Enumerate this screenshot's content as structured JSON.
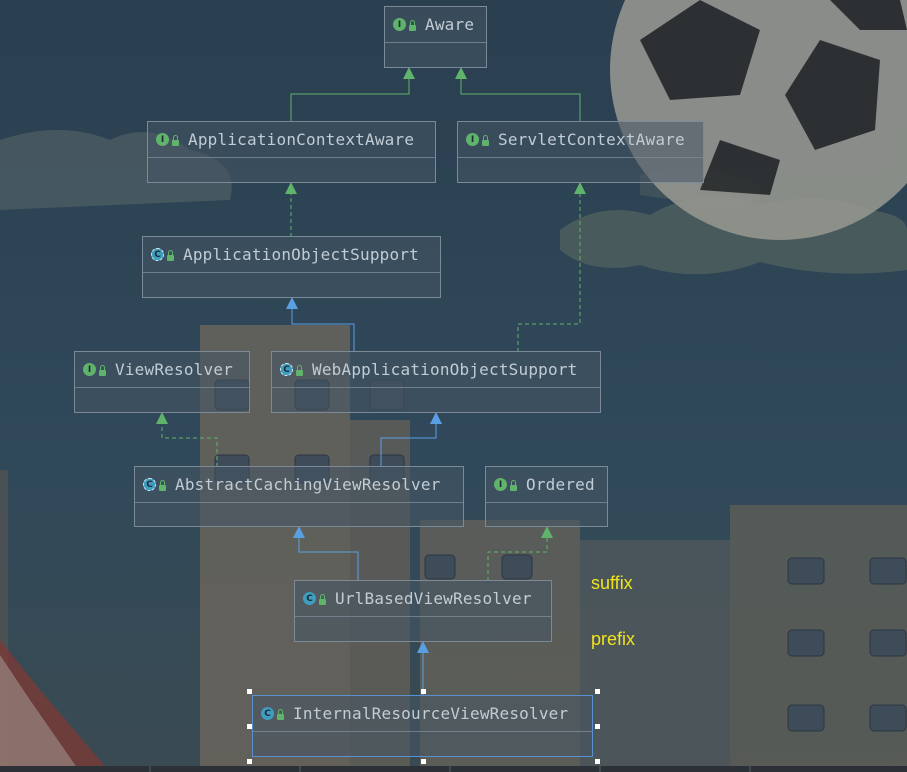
{
  "diagram": {
    "nodes": [
      {
        "id": "aware",
        "label": "Aware",
        "kind": "interface"
      },
      {
        "id": "appctx",
        "label": "ApplicationContextAware",
        "kind": "interface"
      },
      {
        "id": "servletctx",
        "label": "ServletContextAware",
        "kind": "interface"
      },
      {
        "id": "appobj",
        "label": "ApplicationObjectSupport",
        "kind": "abstract"
      },
      {
        "id": "viewres",
        "label": "ViewResolver",
        "kind": "interface"
      },
      {
        "id": "webappobj",
        "label": "WebApplicationObjectSupport",
        "kind": "abstract"
      },
      {
        "id": "abscaching",
        "label": "AbstractCachingViewResolver",
        "kind": "abstract"
      },
      {
        "id": "ordered",
        "label": "Ordered",
        "kind": "interface"
      },
      {
        "id": "urlbased",
        "label": "UrlBasedViewResolver",
        "kind": "class"
      },
      {
        "id": "internal",
        "label": "InternalResourceViewResolver",
        "kind": "class",
        "selected": true
      }
    ],
    "edges": [
      {
        "from": "appctx",
        "to": "aware",
        "type": "extends"
      },
      {
        "from": "servletctx",
        "to": "aware",
        "type": "extends"
      },
      {
        "from": "appobj",
        "to": "appctx",
        "type": "implements"
      },
      {
        "from": "webappobj",
        "to": "appobj",
        "type": "extends-class"
      },
      {
        "from": "webappobj",
        "to": "servletctx",
        "type": "implements"
      },
      {
        "from": "abscaching",
        "to": "viewres",
        "type": "implements"
      },
      {
        "from": "abscaching",
        "to": "webappobj",
        "type": "extends-class"
      },
      {
        "from": "urlbased",
        "to": "abscaching",
        "type": "extends-class"
      },
      {
        "from": "urlbased",
        "to": "ordered",
        "type": "implements"
      },
      {
        "from": "internal",
        "to": "urlbased",
        "type": "extends-class"
      }
    ],
    "kind_icons": {
      "interface": "I",
      "class": "C",
      "abstract": "C"
    },
    "colors": {
      "interface_edge": "#5fb36a",
      "class_edge": "#5b9fe3",
      "selection": "#5a8fd0"
    }
  },
  "notes": [
    {
      "id": "suffix",
      "text": "suffix"
    },
    {
      "id": "prefix",
      "text": "prefix"
    }
  ]
}
